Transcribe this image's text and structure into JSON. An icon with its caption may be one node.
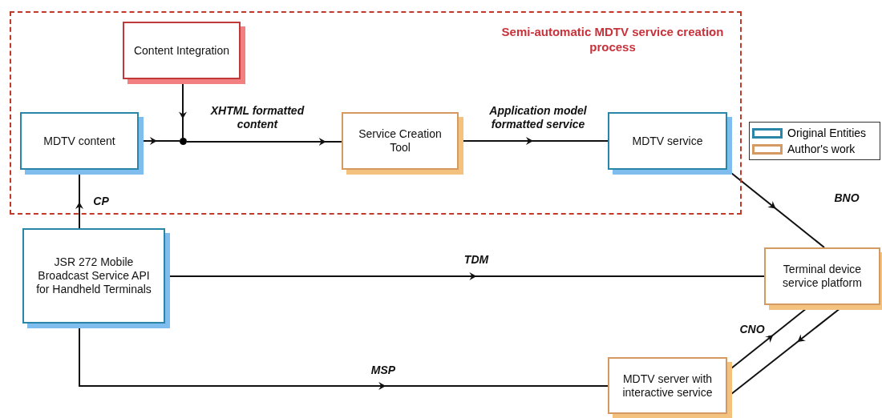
{
  "diagram": {
    "nodes": [
      {
        "text": [
          "Semi-automatic MDTV service creation process"
        ]
      },
      {
        "text": [
          "Content Integration"
        ],
        "in": 0
      },
      {
        "text": [
          "MDTV content"
        ],
        "in": 0
      },
      {
        "text": [],
        "shape": "circle",
        "in": 0
      },
      {
        "text": [
          "Service Creation Tool"
        ],
        "in": 0
      },
      {
        "text": [
          "MDTV service"
        ],
        "in": 0
      },
      {
        "text": [
          "JSR 272 Mobile Broadcast Service API for Handheld Terminals"
        ]
      },
      {
        "text": [
          "Terminal device service platform"
        ]
      },
      {
        "text": [
          "MDTV server with interactive service"
        ]
      }
    ],
    "edges": [
      {
        "from": 2,
        "to": 3,
        "arrow": "to"
      },
      {
        "from": 1,
        "to": 3,
        "arrow": "to"
      },
      {
        "from": 3,
        "to": 4,
        "arrow": "to",
        "label": "XHTML formatted content"
      },
      {
        "from": 4,
        "to": 5,
        "arrow": "to",
        "label": "Application model formatted service"
      },
      {
        "from": 6,
        "to": 2,
        "arrow": "to",
        "label": "CP"
      },
      {
        "from": 5,
        "to": 7,
        "arrow": "to",
        "label": "BNO"
      },
      {
        "from": 6,
        "to": 7,
        "arrow": "to",
        "label": "TDM"
      },
      {
        "from": 6,
        "to": 8,
        "arrow": "to",
        "label": "MSP"
      },
      {
        "from": 8,
        "to": 7,
        "arrow": "to",
        "label": "CNO"
      },
      {
        "from": 7,
        "to": 8,
        "arrow": "to"
      }
    ],
    "legend": [
      {
        "text": "Original Entities",
        "color": "#2a86a8"
      },
      {
        "text": "Author's work",
        "color": "#d49a62"
      }
    ]
  }
}
